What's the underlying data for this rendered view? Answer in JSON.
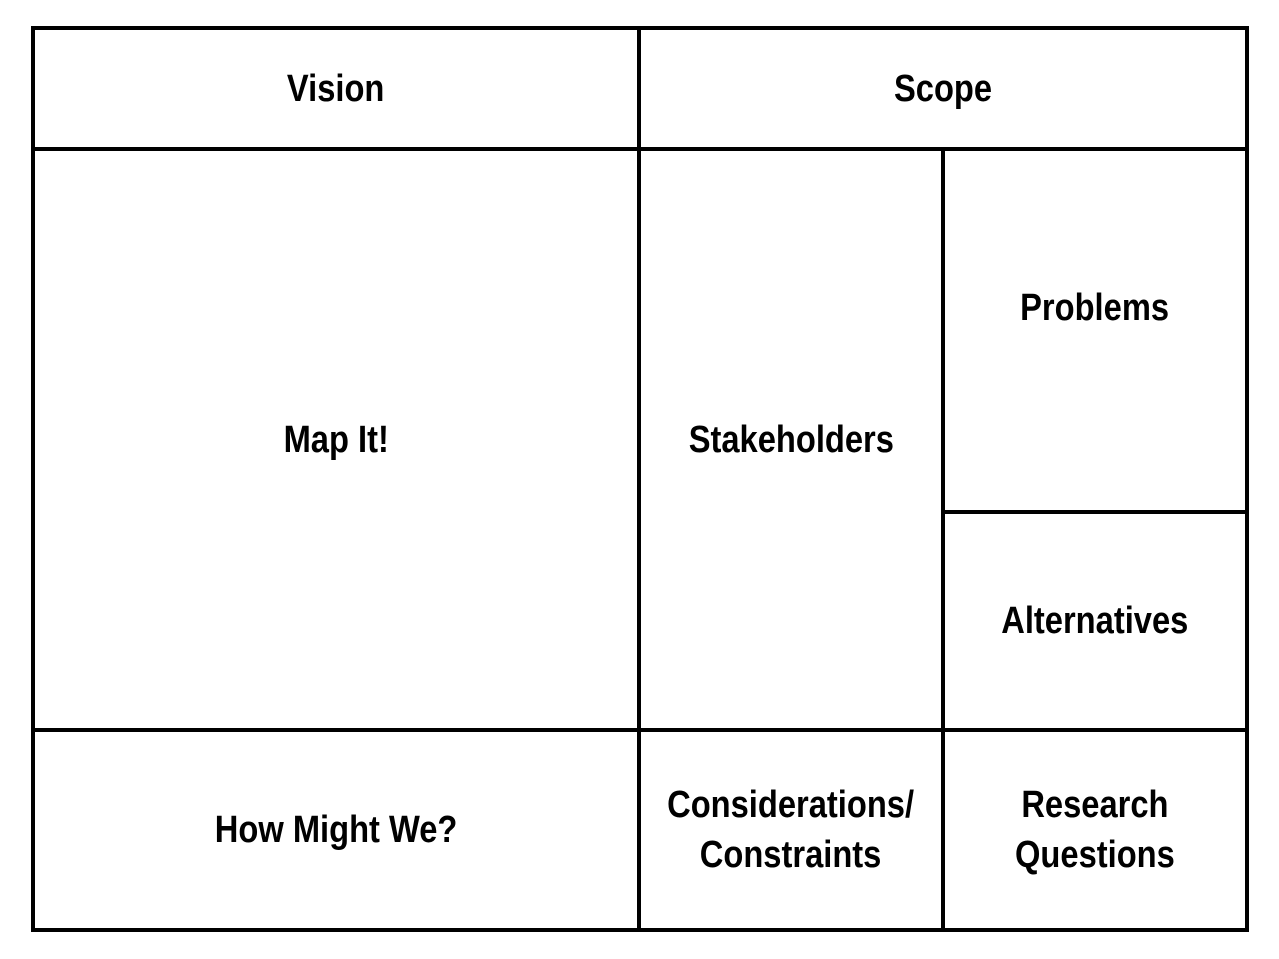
{
  "canvas": {
    "cells": {
      "vision": "Vision",
      "scope": "Scope",
      "map_it": "Map It!",
      "stakeholders": "Stakeholders",
      "problems": "Problems",
      "alternatives": "Alternatives",
      "how_might_we": "How Might We?",
      "considerations": [
        "Considerations/",
        "Constraints"
      ],
      "research": [
        "Research",
        "Questions"
      ]
    }
  }
}
